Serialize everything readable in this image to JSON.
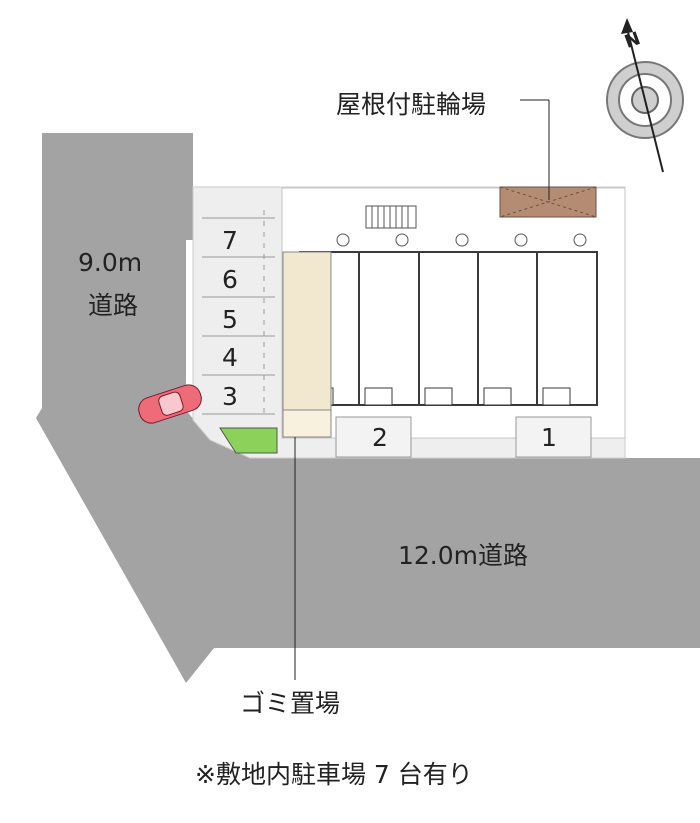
{
  "labels": {
    "road_left_width": "9.0m",
    "road_left_name": "道路",
    "road_bottom": "12.0m道路",
    "bike_parking": "屋根付駐輪場",
    "garbage": "ゴミ置場",
    "footnote": "※敷地内駐車場 7 台有り"
  },
  "parking_spaces": [
    "7",
    "6",
    "5",
    "4",
    "3",
    "2",
    "1"
  ],
  "compass": {
    "north_label": "N"
  },
  "colors": {
    "road": "#a3a3a3",
    "site": "#eeeeee",
    "building_outline": "#3a3a3a",
    "bike_parking_roof": "#b48c74",
    "garbage_area": "#f2e8cf",
    "green_area": "#8cd15a",
    "car": "#ee6b7a"
  }
}
